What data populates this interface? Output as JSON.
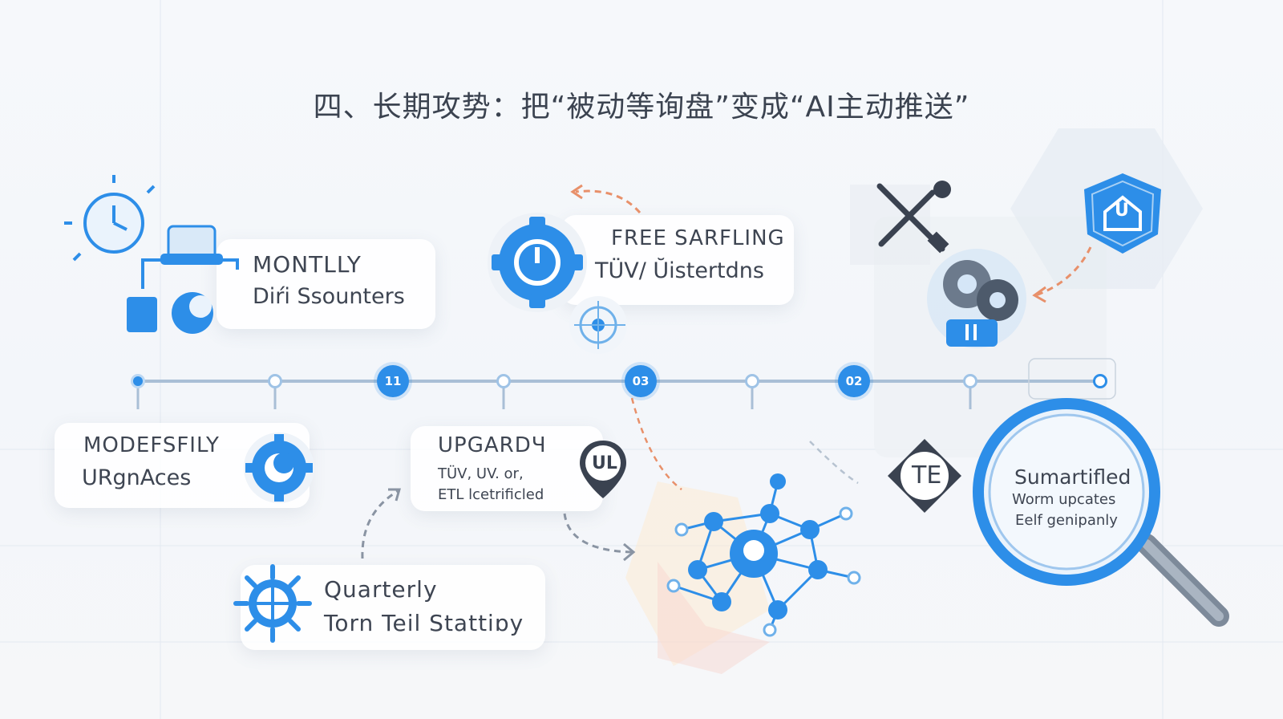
{
  "title": "四、长期攻势：把“被动等询盘”变成“AI主动推送”",
  "colors": {
    "accent": "#2d8ee8",
    "accent_light": "#9fc3e6",
    "arrow": "#e8906a",
    "text": "#3e4552"
  },
  "timeline": {
    "markers": [
      "11",
      "03",
      "02"
    ]
  },
  "cards": {
    "monthly": {
      "line1": "MONTLLY",
      "line2": "Diŕi Ssounters",
      "icon": "clock-robot-icon"
    },
    "free_sampling": {
      "line1": "FREE SARFLING",
      "line2": "TÜV/ Ŭistertdns",
      "icon": "gear-power-icon"
    },
    "modefsfily": {
      "line1": "MODEFSFILY",
      "line2": "URgnAces",
      "icon": "gear-moon-icon"
    },
    "upgrade": {
      "line1": "UPGARDЧ",
      "line2": "TÜV, UV. or,",
      "line3": "ETL lcetrificled",
      "badge": "UL"
    },
    "quarterly": {
      "line1": "Quarterly",
      "line2": "Torn Teil Stattiɒy",
      "icon": "sun-gear-icon"
    },
    "summary": {
      "line1": "Sumartifled",
      "line2": "Worm upcates",
      "line3": "Eelf genipanly",
      "icon": "magnifier-icon"
    },
    "te_badge": {
      "label": "TE"
    },
    "shield_badge": {
      "label": "U"
    }
  }
}
